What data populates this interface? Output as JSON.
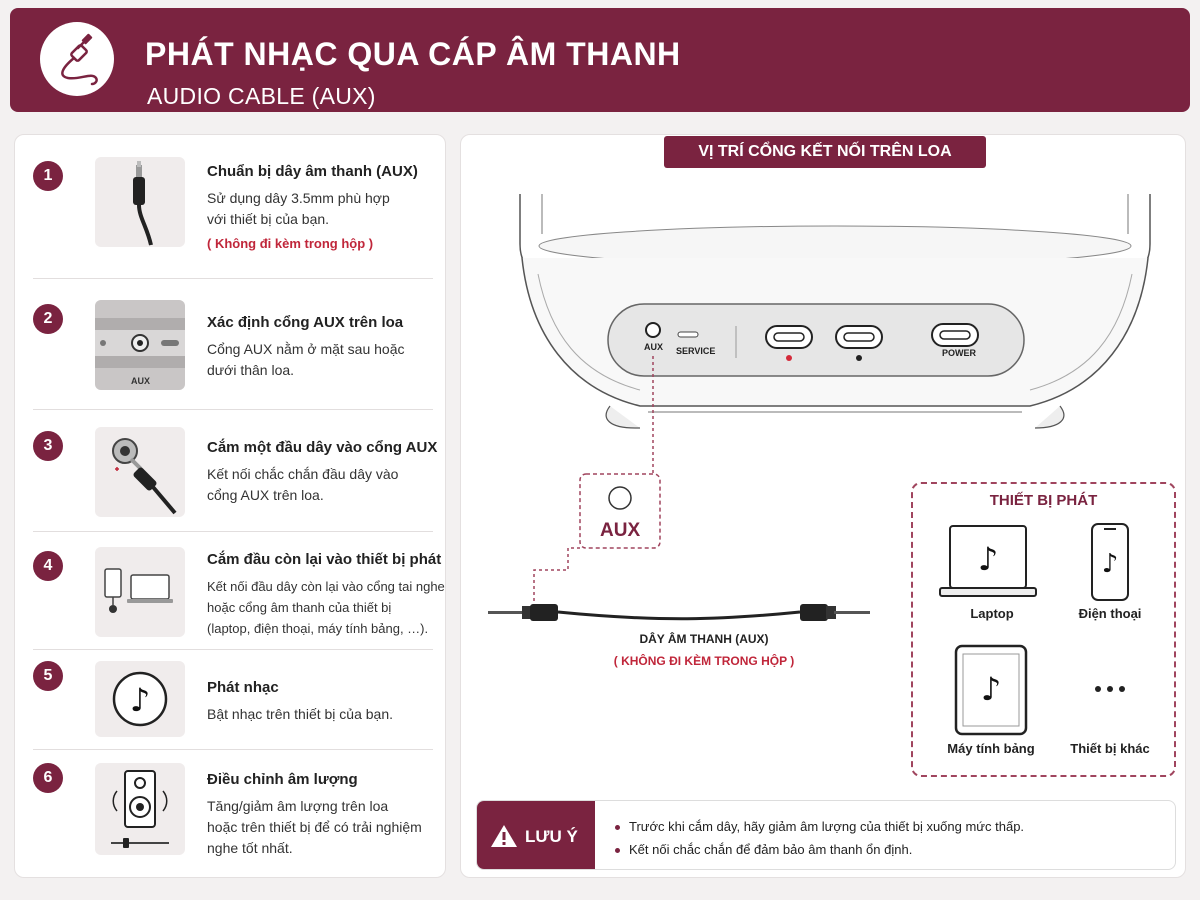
{
  "header": {
    "title": "PHÁT NHẠC QUA CÁP ÂM THANH",
    "subtitle": "AUDIO CABLE (AUX)",
    "icon": "aux-cable-icon"
  },
  "steps": [
    {
      "num": "1",
      "title": "Chuẩn bị dây âm thanh (AUX)",
      "desc": [
        "Sử dụng dây 3.5mm phù hợp",
        "với thiết bị của bạn."
      ],
      "note": "( Không đi kèm trong hộp )",
      "icon": "aux-plug-icon"
    },
    {
      "num": "2",
      "title": "Xác định cổng AUX trên loa",
      "desc": [
        "Cổng AUX nằm ở mặt sau hoặc",
        "dưới thân loa."
      ],
      "thumb_label": "AUX",
      "icon": "aux-port-icon"
    },
    {
      "num": "3",
      "title": "Cắm một đầu dây vào cổng AUX",
      "desc": [
        "Kết nối chắc chắn đầu dây vào",
        "cổng AUX trên loa."
      ],
      "icon": "plug-insert-icon"
    },
    {
      "num": "4",
      "title": "Cắm đầu còn lại vào thiết bị phát",
      "desc": [
        "Kết nối đầu dây còn lại vào cổng tai nghe",
        "hoặc cổng âm thanh của thiết bị",
        "(laptop, điện thoại, máy tính bảng, …)."
      ],
      "icon": "devices-icon"
    },
    {
      "num": "5",
      "title": "Phát nhạc",
      "desc": [
        "Bật nhạc trên thiết bị của bạn."
      ],
      "icon": "music-note-icon"
    },
    {
      "num": "6",
      "title": "Điều chỉnh âm lượng",
      "desc": [
        "Tăng/giảm âm lượng trên loa",
        "hoặc trên thiết bị để có trải nghiệm",
        "nghe tốt nhất."
      ],
      "icon": "speaker-volume-icon"
    }
  ],
  "diagram": {
    "banner": "VỊ TRÍ CỔNG KẾT NỐI TRÊN LOA",
    "port_labels": {
      "aux": "AUX",
      "service": "SERVICE",
      "power": "POWER"
    },
    "aux_callout": "AUX",
    "cable_label": "DÂY ÂM THANH (AUX)",
    "cable_note": "( KHÔNG ĐI KÈM TRONG HỘP )",
    "accent": "#7a2340",
    "note_red": "#c0263a"
  },
  "devices": {
    "title": "THIẾT BỊ PHÁT",
    "items": [
      {
        "label": "Laptop",
        "icon": "laptop-icon"
      },
      {
        "label": "Điện thoại",
        "icon": "phone-icon"
      },
      {
        "label": "Máy tính bảng",
        "icon": "tablet-icon"
      },
      {
        "label": "Thiết bị khác",
        "icon": "more-icon"
      }
    ]
  },
  "note": {
    "tag": "LƯU Ý",
    "items": [
      "Trước khi cắm dây, hãy giảm âm lượng của thiết bị xuống mức thấp.",
      "Kết nối chắc chắn để đảm bảo âm thanh ổn định."
    ]
  }
}
